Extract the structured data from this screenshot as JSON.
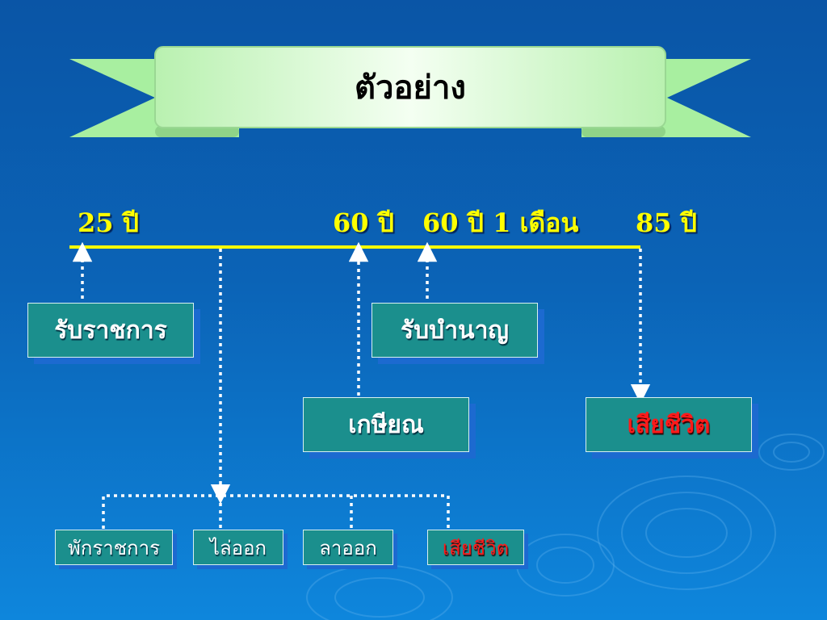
{
  "banner": {
    "title": "ตัวอย่าง"
  },
  "timeline": {
    "ticks": [
      {
        "label": "25 ปี"
      },
      {
        "label": "60 ปี"
      },
      {
        "label": "60 ปี 1 เดือน"
      },
      {
        "label": "85 ปี"
      }
    ]
  },
  "events": {
    "enter_service": "รับราชการ",
    "pension": "รับบำนาญ",
    "retire": "เกษียณ",
    "death": "เสียชีวิต"
  },
  "exits": [
    "พักราชการ",
    "ไล่ออก",
    "ลาออก",
    "เสียชีวิต"
  ],
  "colors": {
    "timeline": "#ffff00",
    "box_fill": "#1b8f8d",
    "death_text": "#ff1a1a",
    "banner": "#c9f6c2"
  }
}
